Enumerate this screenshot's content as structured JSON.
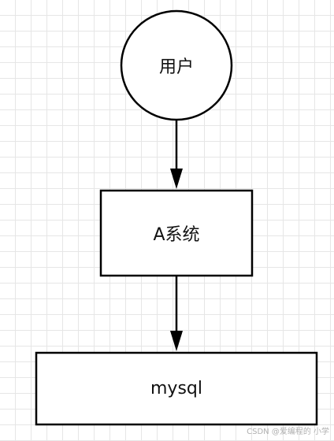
{
  "nodes": {
    "user": {
      "label": "用户",
      "shape": "circle"
    },
    "system_a": {
      "label": "A系统",
      "shape": "rectangle"
    },
    "database": {
      "label": "mysql",
      "shape": "rectangle"
    }
  },
  "edges": [
    {
      "from": "user",
      "to": "system_a"
    },
    {
      "from": "system_a",
      "to": "database"
    }
  ],
  "watermark": "CSDN @爱编程的 小学",
  "colors": {
    "stroke": "#000000",
    "fill": "#ffffff",
    "grid": "#e6e6e6"
  }
}
